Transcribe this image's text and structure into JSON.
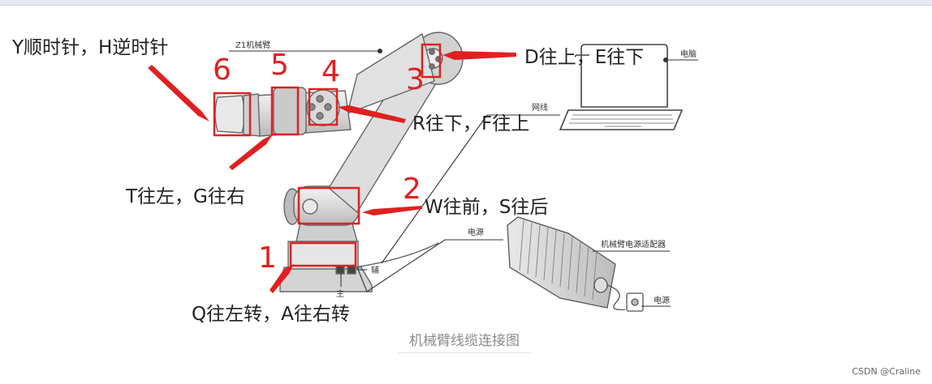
{
  "callouts": {
    "joint6": "Y顺时针，H逆时针",
    "joint5": "T往左，G往右",
    "joint4": "R往下，F往上",
    "joint3": "D往上，E往下",
    "joint2": "W往前，S往后",
    "joint1": "Q往左转，A往右转"
  },
  "joint_numbers": [
    "1",
    "2",
    "3",
    "4",
    "5",
    "6"
  ],
  "labels": {
    "arm": "Z1机械臂",
    "computer": "电脑",
    "network": "网线",
    "power_line": "电源",
    "adapter": "机械臂电源适配器",
    "outlet": "电源",
    "aux_port": "辅",
    "main_port": "主"
  },
  "caption": "机械臂线缆连接图",
  "watermark": "CSDN @Craline",
  "colors": {
    "highlight": "#e02020",
    "text": "#222222",
    "caption": "#8a8a8a"
  }
}
